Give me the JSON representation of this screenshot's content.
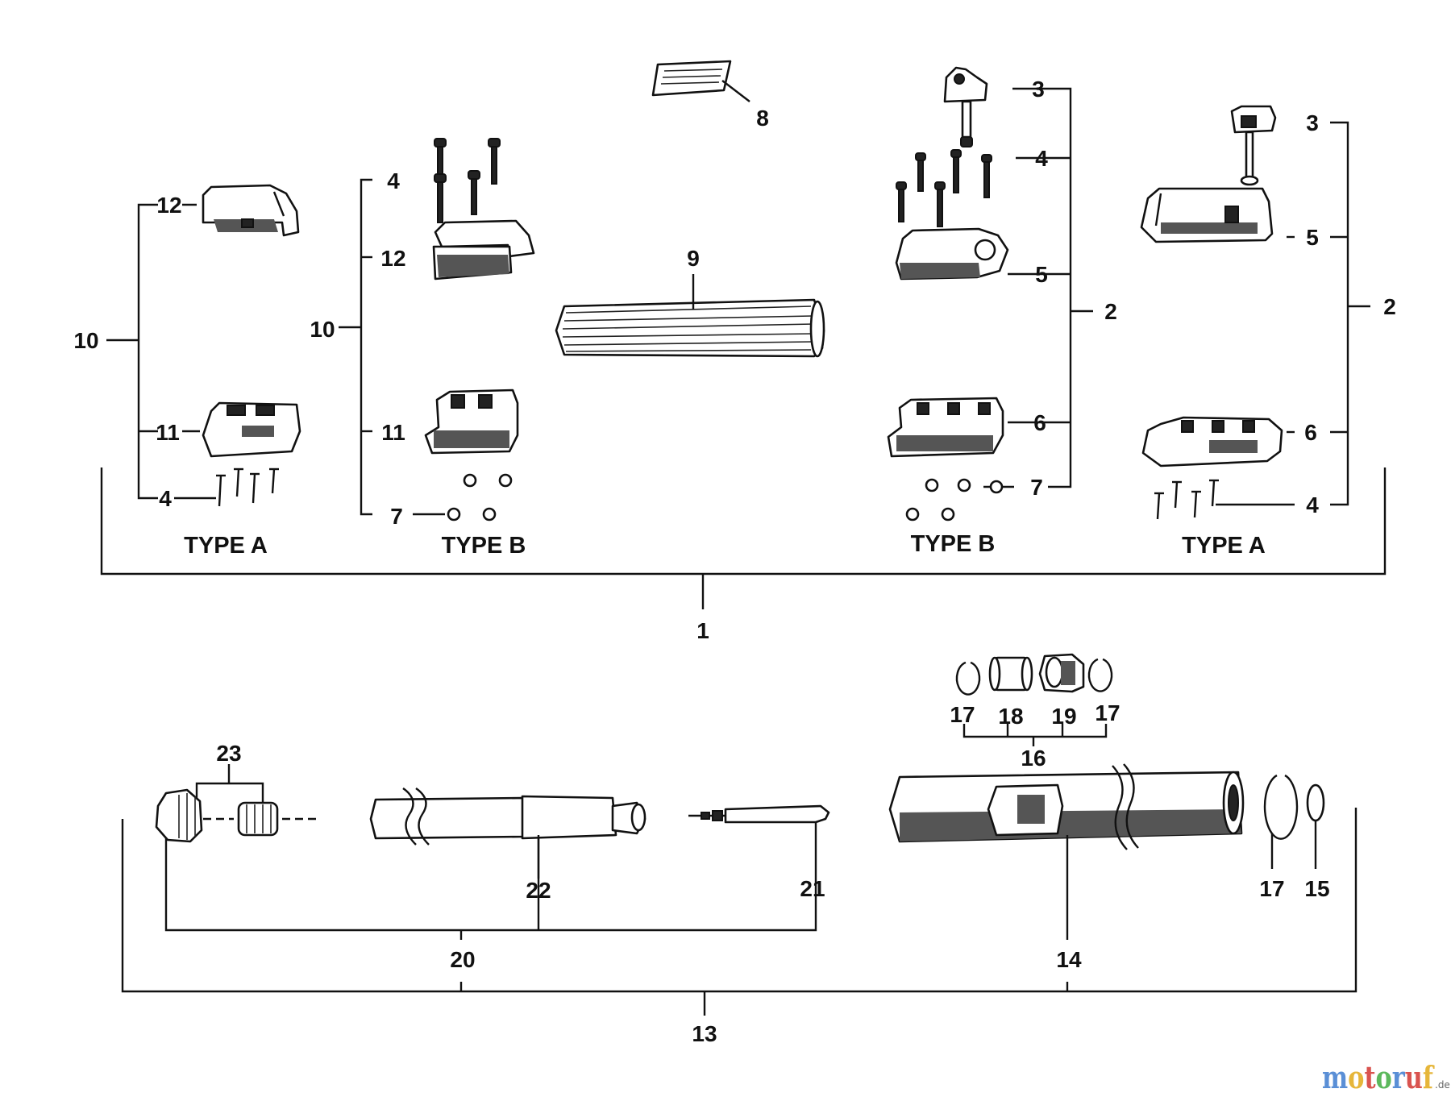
{
  "labels": {
    "c1_10": "10",
    "c1_12": "12",
    "c1_11": "11",
    "c1_4": "4",
    "c1_type": "TYPE A",
    "c2_4": "4",
    "c2_12": "12",
    "c2_10": "10",
    "c2_11": "11",
    "c2_7": "7",
    "c2_type": "TYPE B",
    "c3_8": "8",
    "c3_9": "9",
    "c4_3": "3",
    "c4_4": "4",
    "c4_5": "5",
    "c4_2": "2",
    "c4_6": "6",
    "c4_7": "7",
    "c4_type": "TYPE B",
    "c5_3": "3",
    "c5_5": "5",
    "c5_2": "2",
    "c5_6": "6",
    "c5_4": "4",
    "c5_type": "TYPE A",
    "top_1": "1",
    "b_23": "23",
    "b_22": "22",
    "b_21": "21",
    "b_20": "20",
    "b_17a": "17",
    "b_18": "18",
    "b_19": "19",
    "b_17b": "17",
    "b_16": "16",
    "b_17c": "17",
    "b_15": "15",
    "b_14": "14",
    "b_13": "13"
  },
  "watermark": {
    "text": "motoruf",
    "suffix": ".de"
  }
}
